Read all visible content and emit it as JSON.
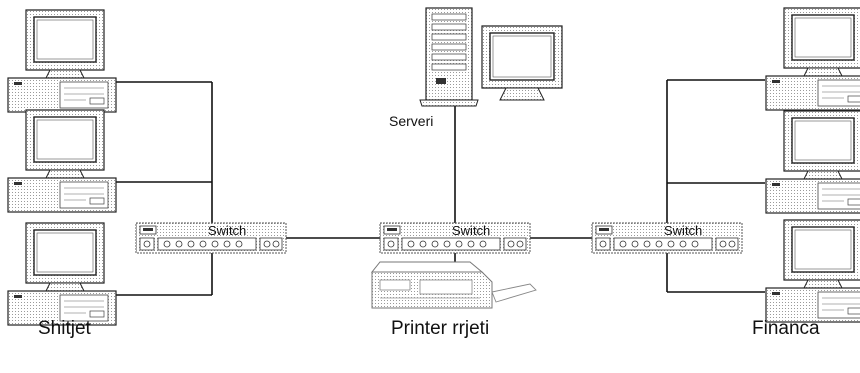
{
  "diagram": {
    "groups": {
      "left": "Shitjet",
      "center": "Printer rrjeti",
      "right": "Financa"
    },
    "server_label": "Serveri",
    "switches": {
      "left": "Switch",
      "center": "Switch",
      "right": "Switch"
    }
  }
}
